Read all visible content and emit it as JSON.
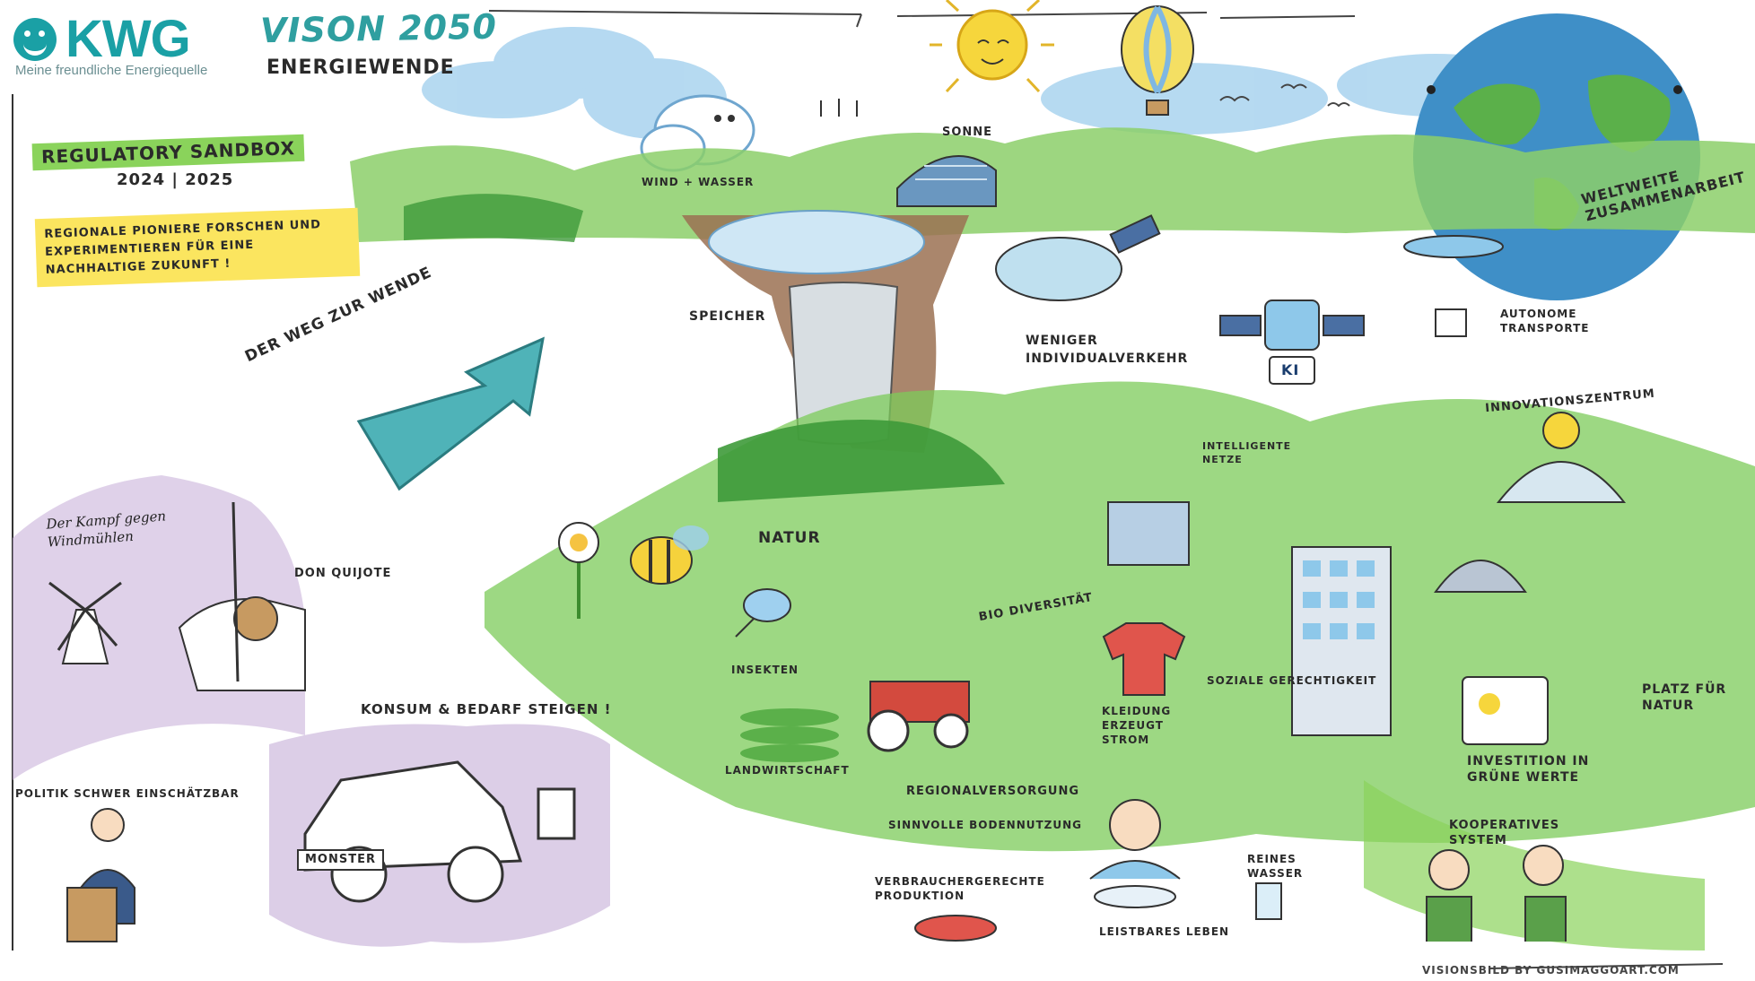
{
  "logo": {
    "wordmark": "KWG",
    "tagline": "Meine freundliche Energiequelle",
    "brand_color": "#1aa0a5"
  },
  "title": {
    "main": "VISON 2050",
    "sub": "ENERGIEWENDE"
  },
  "sandbox": {
    "title": "REGULATORY SANDBOX",
    "years": "2024 | 2025",
    "description": "REGIONALE PIONIERE FORSCHEN UND EXPERIMENTIEREN FÜR EINE NACHHALTIGE ZUKUNFT !"
  },
  "arrow_label": "DER WEG ZUR WENDE",
  "labels": {
    "wind_wasser": "WIND + WASSER",
    "sonne": "SONNE",
    "speicher": "SPEICHER",
    "weltweite": "WELTWEITE ZUSAMMENARBEIT",
    "weniger": "WENIGER INDIVIDUALVERKEHR",
    "autonome": "AUTONOME TRANSPORTE",
    "innovationszentrum": "INNOVATIONSZENTRUM",
    "ki": "KI",
    "intelligente_netze": "INTELLIGENTE NETZE",
    "natur": "NATUR",
    "insekten": "INSEKTEN",
    "biodiversitaet": "BIO DIVERSITÄT",
    "kleidung": "KLEIDUNG ERZEUGT STROM",
    "soziale": "SOZIALE GERECHTIGKEIT",
    "platz": "PLATZ FÜR NATUR",
    "investition": "INVESTITION IN GRÜNE WERTE",
    "landwirtschaft": "LANDWIRTSCHAFT",
    "regionalversorgung": "REGIONALVERSORGUNG",
    "bodennutzung": "SINNVOLLE BODENNUTZUNG",
    "verbraucher": "VERBRAUCHERGERECHTE PRODUKTION",
    "leben": "LEISTBARES LEBEN",
    "reines_wasser": "REINES WASSER",
    "kooperatives": "KOOPERATIVES SYSTEM",
    "windmuehlen": "Der Kampf gegen Windmühlen",
    "don_quijote": "DON QUIJOTE",
    "konsum": "KONSUM & BEDARF STEIGEN !",
    "politik": "POLITIK SCHWER EINSCHÄTZBAR",
    "monster": "MONSTER",
    "credit": "VISIONSBILD BY GUSIMAGGOART.COM"
  },
  "colors": {
    "sky": "#a9d3ef",
    "grass": "#6cc24a",
    "dark_grass": "#3e9a3a",
    "purple_wash": "#c9b3da",
    "arrow": "#4fb3b8",
    "sun": "#f6d63c",
    "earth_cliff": "#9b7152"
  }
}
